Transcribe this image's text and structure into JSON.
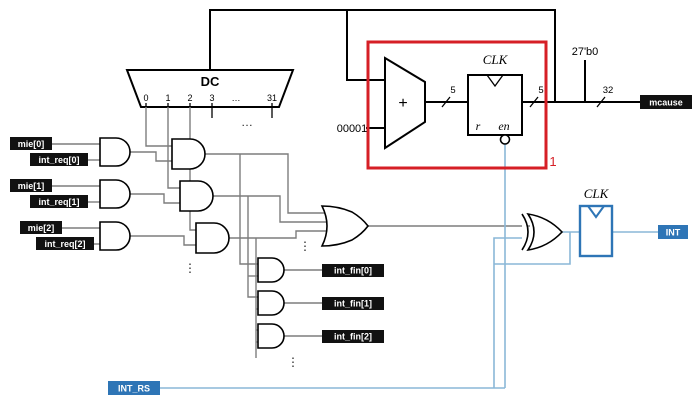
{
  "decoder": {
    "label": "DC",
    "outputs": [
      "0",
      "1",
      "2",
      "3",
      "…",
      "31"
    ]
  },
  "dots": {
    "h": "…",
    "v": "⋮"
  },
  "rows": [
    {
      "mie": "mie[0]",
      "req": "int_req[0]"
    },
    {
      "mie": "mie[1]",
      "req": "int_req[1]"
    },
    {
      "mie": "mie[2]",
      "req": "int_req[2]"
    }
  ],
  "int_fin": [
    "int_fin[0]",
    "int_fin[1]",
    "int_fin[2]"
  ],
  "adder_mux": {
    "plus": "+",
    "const_in": "00001"
  },
  "register": {
    "clk": "CLK",
    "r": "r",
    "en": "en",
    "bus_in": "5",
    "bus_out": "5"
  },
  "mcause": {
    "const_high": "27'b0",
    "bus_width": "32",
    "label": "mcause"
  },
  "int_ff": {
    "clk": "CLK"
  },
  "outputs": {
    "int": "INT"
  },
  "reset": {
    "int_rs": "INT_RS"
  },
  "highlight": {
    "label": "1"
  },
  "colors": {
    "highlight_red": "#d61f26",
    "logic_blue": "#2e75b6",
    "wire_lightblue": "#8ab7d7",
    "wire_gray": "#7d7d7d",
    "wire_black": "#000000",
    "label_bg": "#111111"
  }
}
